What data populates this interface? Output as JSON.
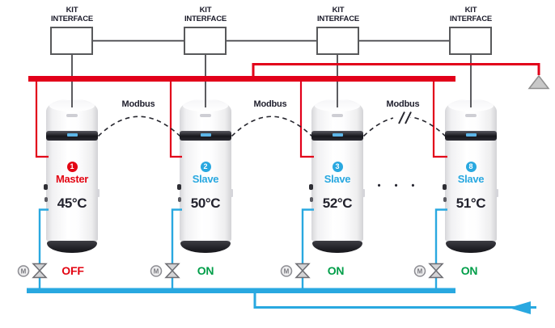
{
  "kit_interface": {
    "line1": "KIT",
    "line2": "INTERFACE"
  },
  "modbus_label": "Modbus",
  "more_units_indicator": "• • •",
  "units": [
    {
      "number": "1",
      "role": "Master",
      "temperature": "45°C",
      "valve_state": "OFF"
    },
    {
      "number": "2",
      "role": "Slave",
      "temperature": "50°C",
      "valve_state": "ON"
    },
    {
      "number": "3",
      "role": "Slave",
      "temperature": "52°C",
      "valve_state": "ON"
    },
    {
      "number": "8",
      "role": "Slave",
      "temperature": "51°C",
      "valve_state": "ON"
    }
  ],
  "valves": {
    "motor_label": "M"
  },
  "colors": {
    "hot_pipe": "#e2001a",
    "cold_pipe": "#29a8e0",
    "master_accent": "#e30613",
    "slave_accent": "#29a8e0",
    "state_on": "#009e49",
    "state_off": "#e30613",
    "dark_text": "#23232e"
  }
}
